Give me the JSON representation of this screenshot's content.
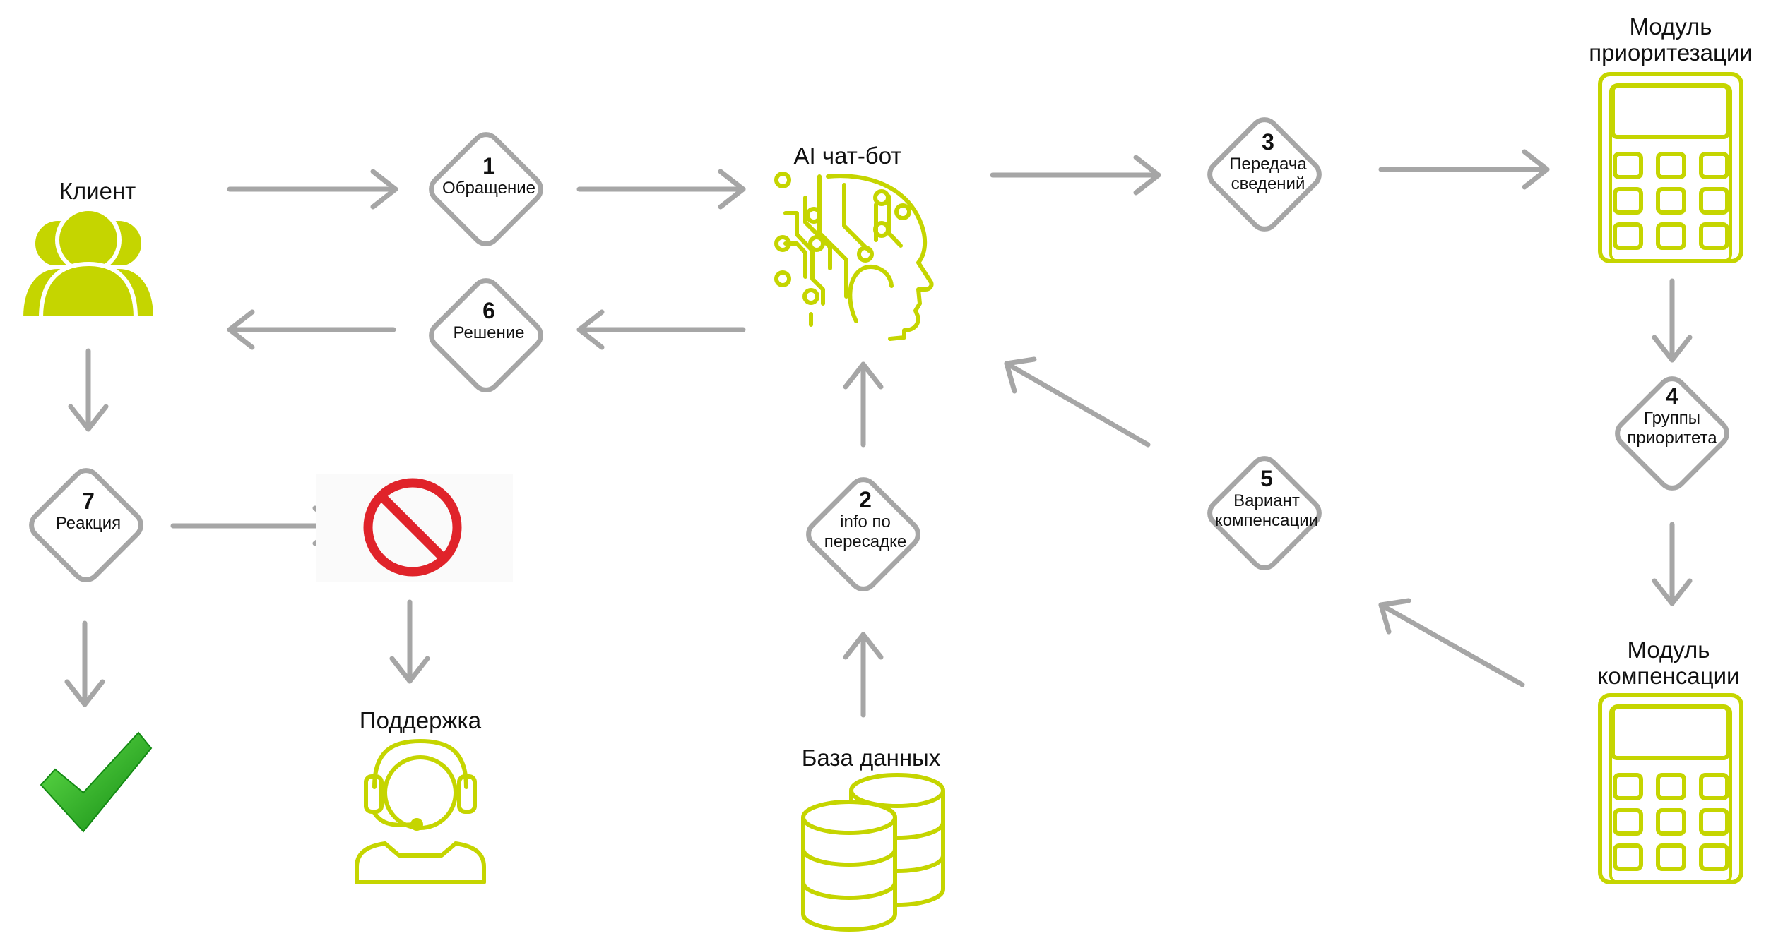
{
  "colors": {
    "arrow": "#a6a6a6",
    "diamond": "#a6a6a6",
    "icon": "#c5d500",
    "stop": "#e0232a",
    "check": "#1fa91f"
  },
  "nodes": {
    "client": {
      "label": "Клиент",
      "icon": "users-icon"
    },
    "chatbot": {
      "label": "AI чат-бот",
      "icon": "ai-head-icon"
    },
    "priority_module": {
      "label_line1": "Модуль",
      "label_line2": "приоритезации",
      "icon": "calculator-icon"
    },
    "compensation_module": {
      "label_line1": "Модуль",
      "label_line2": "компенсации",
      "icon": "calculator-icon"
    },
    "database": {
      "label": "База данных",
      "icon": "database-icon"
    },
    "support": {
      "label": "Поддержка",
      "icon": "headset-operator-icon"
    },
    "blocked": {
      "icon": "prohibited-icon"
    },
    "success": {
      "icon": "checkmark-icon"
    }
  },
  "steps": [
    {
      "num": "1",
      "line1": "Обращение",
      "line2": ""
    },
    {
      "num": "2",
      "line1": "info по",
      "line2": "пересадке"
    },
    {
      "num": "3",
      "line1": "Передача",
      "line2": "сведений"
    },
    {
      "num": "4",
      "line1": "Группы",
      "line2": "приоритета"
    },
    {
      "num": "5",
      "line1": "Вариант",
      "line2": "компенсации"
    },
    {
      "num": "6",
      "line1": "Решение",
      "line2": ""
    },
    {
      "num": "7",
      "line1": "Реакция",
      "line2": ""
    }
  ]
}
